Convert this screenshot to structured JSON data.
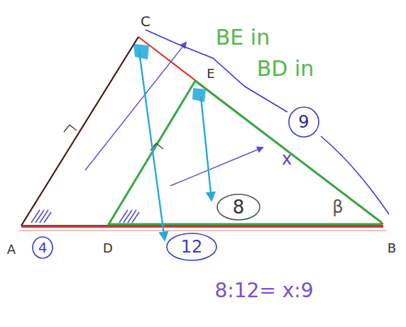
{
  "diagram": {
    "labels": [
      "C",
      "E",
      "BE in",
      "BD in",
      "9",
      "x",
      "8",
      "β",
      "A",
      "4",
      "D",
      "12",
      "B",
      "8:12= x:9"
    ]
  }
}
